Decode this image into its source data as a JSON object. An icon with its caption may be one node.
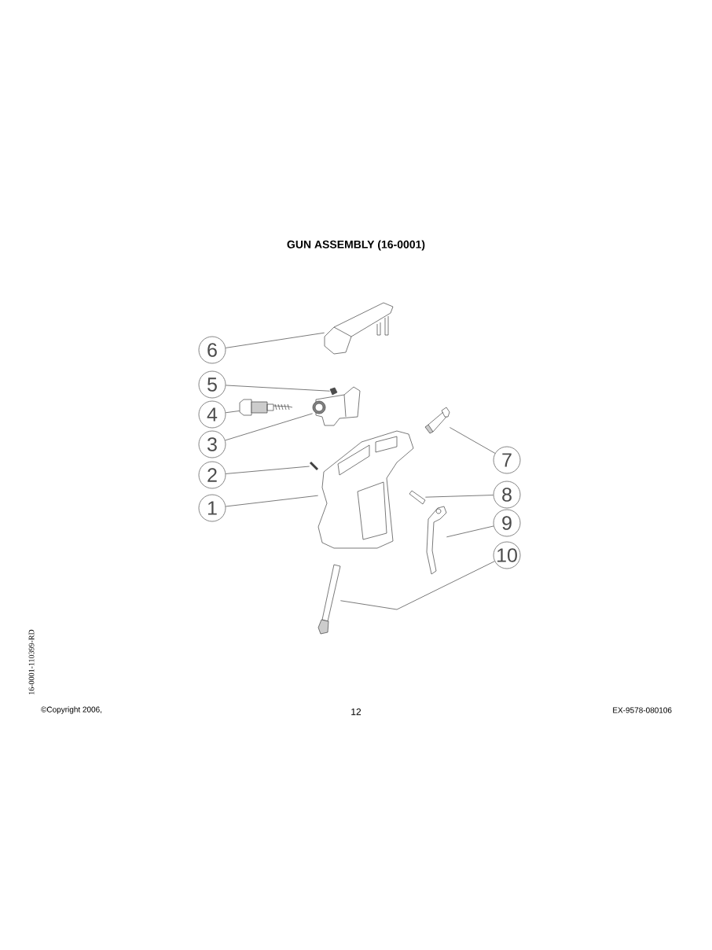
{
  "diagram": {
    "title": "GUN ASSEMBLY (16-0001)",
    "nodes": [
      {
        "text": [
          "6"
        ]
      },
      {
        "text": [
          "5"
        ]
      },
      {
        "text": [
          "4"
        ]
      },
      {
        "text": [
          "3"
        ]
      },
      {
        "text": [
          "7"
        ]
      },
      {
        "text": [
          "2"
        ]
      },
      {
        "text": [
          "8"
        ]
      },
      {
        "text": [
          "1"
        ]
      },
      {
        "text": [
          "9"
        ]
      },
      {
        "text": [
          "10"
        ]
      },
      {
        "text": [],
        "shape": "picture"
      },
      {
        "text": [],
        "shape": "picture"
      },
      {
        "text": [],
        "shape": "picture"
      },
      {
        "text": [],
        "shape": "picture"
      },
      {
        "text": [],
        "shape": "picture"
      },
      {
        "text": [],
        "shape": "picture"
      },
      {
        "text": [],
        "shape": "picture"
      },
      {
        "text": [],
        "shape": "picture"
      },
      {
        "text": [],
        "shape": "picture"
      },
      {
        "text": [],
        "shape": "picture"
      }
    ],
    "edges": [
      {
        "from": 0,
        "to": 10,
        "arrow": "none"
      },
      {
        "from": 1,
        "to": 11,
        "arrow": "none"
      },
      {
        "from": 2,
        "to": 12,
        "arrow": "none"
      },
      {
        "from": 3,
        "to": 13,
        "arrow": "none"
      },
      {
        "from": 4,
        "to": 14,
        "arrow": "none"
      },
      {
        "from": 5,
        "to": 15,
        "arrow": "none"
      },
      {
        "from": 6,
        "to": 16,
        "arrow": "none"
      },
      {
        "from": 7,
        "to": 17,
        "arrow": "none"
      },
      {
        "from": 8,
        "to": 18,
        "arrow": "none"
      },
      {
        "from": 9,
        "to": 19,
        "arrow": "none"
      }
    ],
    "labels": [
      "16-0001-110399-RD",
      "©Copyright 2006,",
      "12",
      "EX-9578-080106"
    ]
  }
}
